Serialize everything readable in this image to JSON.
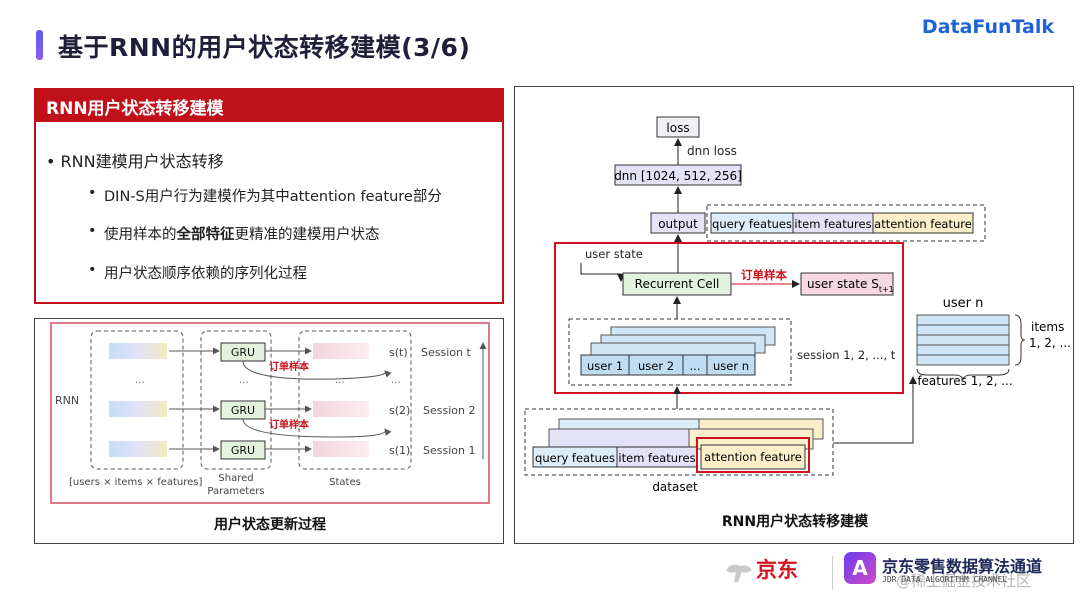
{
  "header": {
    "title": "基于RNN的用户状态转移建模(3/6)",
    "brand": "DataFunTalk",
    "accent_color": "#c0111b"
  },
  "text_panel": {
    "heading": "RNN用户状态转移建模",
    "bullet": "RNN建模用户状态转移",
    "sub_bullets": [
      {
        "pre": "DIN-S用户行为建模作为其中attention feature部分",
        "bold": "",
        "post": ""
      },
      {
        "pre": "使用样本的",
        "bold": "全部特征",
        "post": "更精准的建模用户状态"
      },
      {
        "pre": "用户状态顺序依赖的序列化过程",
        "bold": "",
        "post": ""
      }
    ]
  },
  "left_diagram": {
    "caption": "用户状态更新过程",
    "rnn_label": "RNN",
    "gru_label": "GRU",
    "dots": "...",
    "order_sample": "订单样本",
    "states": [
      "s(t)",
      "...",
      "s(2)",
      "s(1)"
    ],
    "sessions": [
      "Session t",
      "Session 2",
      "Session 1"
    ],
    "col_labels": [
      "[users × items × features]",
      "Shared\nParameters",
      "States"
    ],
    "shared_line1": "Shared",
    "shared_line2": "Parameters",
    "states_label": "States",
    "users_label": "[users × items × features]"
  },
  "right_diagram": {
    "caption": "RNN用户状态转移建模",
    "loss": "loss",
    "dnn_loss": "dnn loss",
    "dnn": "dnn [1024, 512, 256]",
    "output": "output",
    "features_top": [
      "query featues",
      "item features",
      "attention feature"
    ],
    "user_state": "user state",
    "recurrent_cell": "Recurrent Cell",
    "order_sample": "订单样本",
    "next_state": "user state S",
    "next_state_sub": "t+1",
    "users": [
      "user 1",
      "user  2",
      "...",
      "user n"
    ],
    "session_label": "session 1, 2, ..., t",
    "user_n": "user n",
    "items_label": "items",
    "items_range": "1, 2, ...",
    "features_range": "features 1, 2, ...",
    "features_bottom": [
      "query featues",
      "item features",
      "attention feature"
    ],
    "dataset": "dataset"
  },
  "footer": {
    "jd": "京东",
    "channel": "京东零售数据算法通道",
    "channel_sub": "JDR DATA ALGORITHM CHANNEL",
    "watermark": "@稀土掘金技术社区"
  }
}
